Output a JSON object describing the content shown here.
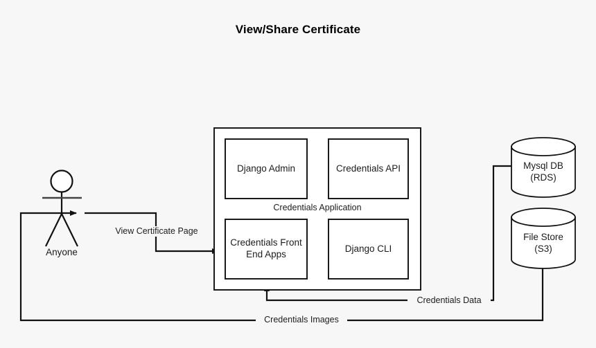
{
  "diagram": {
    "title": "View/Share Certificate",
    "background_color": "#f7f7f7",
    "line_color": "#1a1a1a",
    "shape_fill": "#ffffff",
    "actor": {
      "name": "actor-anyone",
      "label": "Anyone"
    },
    "container": {
      "label": "Credentials Application"
    },
    "components": [
      {
        "id": "django-admin",
        "label": "Django Admin"
      },
      {
        "id": "credentials-api",
        "label": "Credentials API"
      },
      {
        "id": "credentials-front-end-apps",
        "label": "Credentials Front\nEnd Apps",
        "line1": "Credentials Front",
        "line2": "End Apps"
      },
      {
        "id": "django-cli",
        "label": "Django CLI"
      }
    ],
    "datastores": [
      {
        "id": "mysql-db",
        "line1": "Mysql DB",
        "line2": "(RDS)"
      },
      {
        "id": "file-store",
        "line1": "File Store",
        "line2": "(S3)"
      }
    ],
    "edges": [
      {
        "id": "view-certificate-page",
        "label": "View Certificate Page"
      },
      {
        "id": "credentials-data",
        "label": "Credentials Data"
      },
      {
        "id": "credentials-images",
        "label": "Credentials Images"
      }
    ]
  }
}
